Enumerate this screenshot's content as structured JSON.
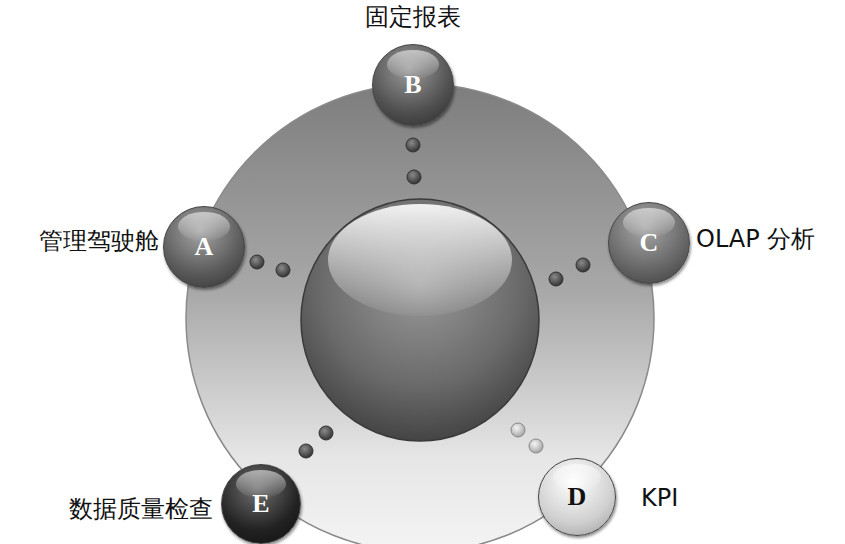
{
  "diagram": {
    "nodes": [
      {
        "text": [
          "B",
          "固定报表"
        ]
      },
      {
        "text": [
          "A",
          "管理驾驶舱"
        ]
      },
      {
        "text": [
          "C",
          "OLAP 分析"
        ]
      },
      {
        "text": [
          "E",
          "数据质量检查"
        ]
      },
      {
        "text": [
          "D",
          "KPI"
        ]
      }
    ]
  }
}
